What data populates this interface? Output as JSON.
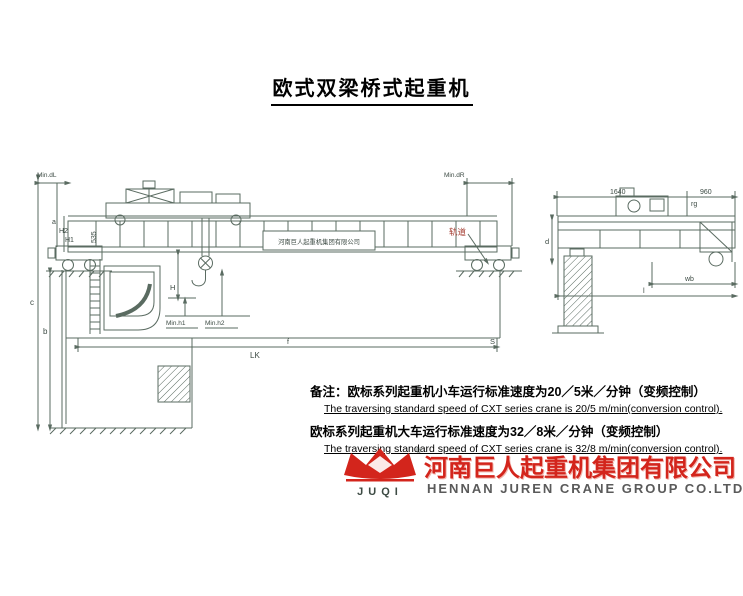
{
  "title": "欧式双梁桥式起重机",
  "drawing": {
    "girder_label": "河南巨人起重机集团有限公司",
    "labels": {
      "min_dl": "Min.dL",
      "min_dr": "Min.dR",
      "a": "a",
      "h2": "H2",
      "h1": "H1",
      "c": "c",
      "b": "b",
      "dim_535": "535",
      "h": "H",
      "min_h1": "Min.h1",
      "min_h2": "Min.h2",
      "lk": "LK",
      "f": "f",
      "s": "S",
      "rail": "轨道",
      "dim_1640": "1640",
      "rg": "rg",
      "dim_960": "960",
      "d": "d",
      "wb": "wb",
      "l": "l"
    }
  },
  "notes": {
    "prefix": "备注：",
    "line1_cn": "欧标系列起重机小车运行标准速度为20／5米／分钟（变频控制）",
    "line1_en": "The traversing standard speed of CXT series crane is 20/5 m/min(conversion control).",
    "line2_cn": "欧标系列起重机大车运行标准速度为32／8米／分钟（变频控制）",
    "line2_en": "The traversing standard speed of CXT series crane is 32/8 m/min(conversion control)."
  },
  "footer": {
    "logo_text": "JUQI",
    "logo_registered": "®",
    "company_cn": "河南巨人起重机集团有限公司",
    "company_en": "HENNAN JUREN CRANE GROUP CO.LTD"
  }
}
